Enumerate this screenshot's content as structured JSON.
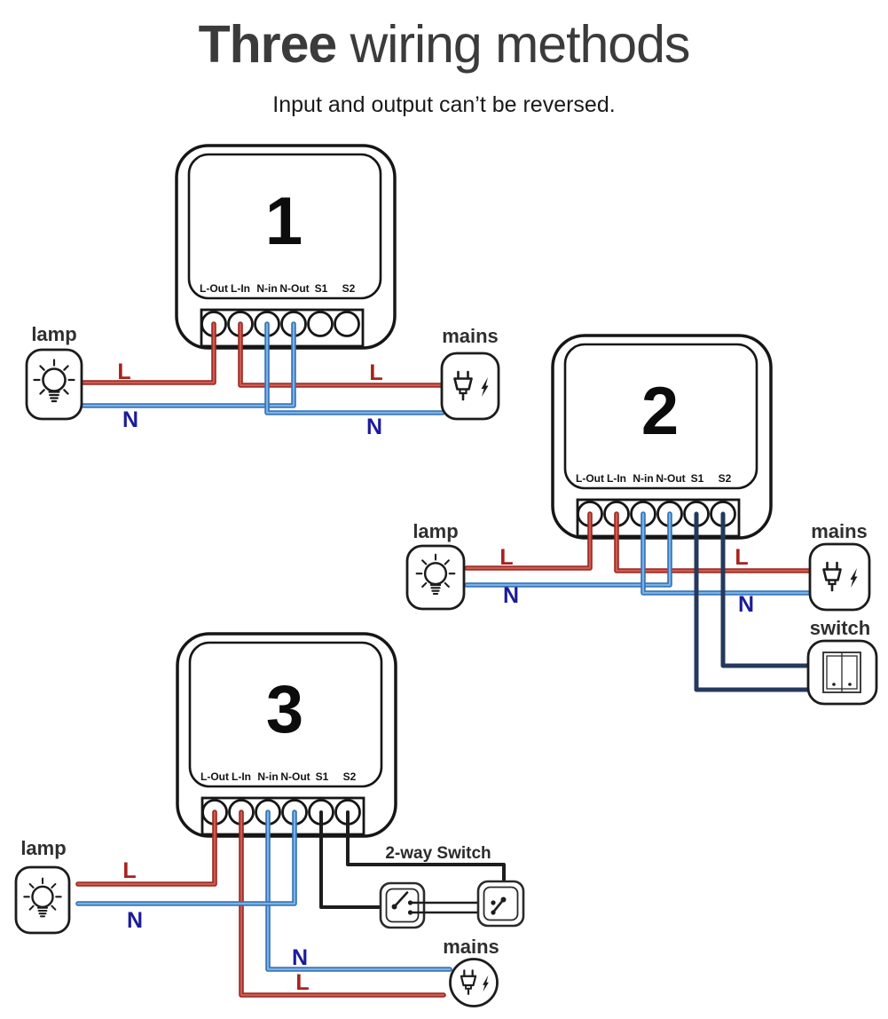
{
  "header": {
    "title_bold": "Three",
    "title_rest": " wiring methods",
    "subtitle": "Input and output can’t be reversed."
  },
  "module": {
    "terminals": [
      "L-Out",
      "L-In",
      "N-in",
      "N-Out",
      "S1",
      "S2"
    ]
  },
  "diagrams": {
    "d1": {
      "number": "1",
      "lamp": "lamp",
      "mains": "mains",
      "l_left": "L",
      "n_left": "N",
      "l_right": "L",
      "n_right": "N"
    },
    "d2": {
      "number": "2",
      "lamp": "lamp",
      "mains": "mains",
      "switch": "switch",
      "l_left": "L",
      "n_left": "N",
      "l_right": "L",
      "n_right": "N"
    },
    "d3": {
      "number": "3",
      "lamp": "lamp",
      "mains": "mains",
      "two_way": "2-way Switch",
      "l_lamp": "L",
      "n_lamp": "N",
      "n_mains": "N",
      "l_mains": "L"
    }
  },
  "colors": {
    "live_edge": "#9b2c24",
    "live_core": "#cf5a50",
    "neutral_edge": "#3674b5",
    "neutral_core": "#7ab1e8",
    "switch_wire": "#24395c",
    "black_wire": "#1d1d1d",
    "live_label": "#a6231d",
    "neutral_label": "#1c1c99"
  }
}
